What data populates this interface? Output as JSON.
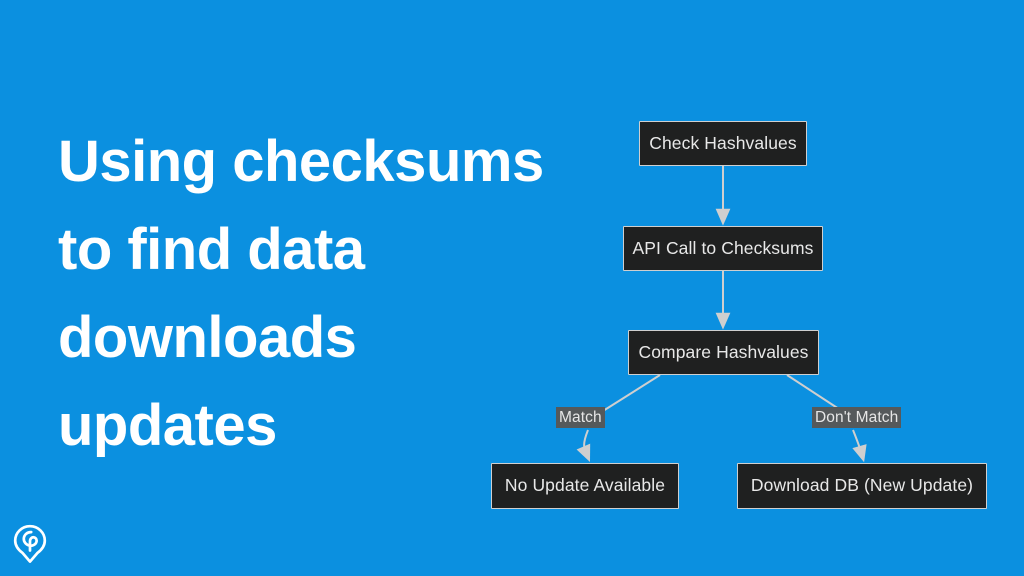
{
  "slide": {
    "background_color": "#0b90e0",
    "title_lines": [
      "Using checksums",
      "to find data",
      "downloads",
      "updates"
    ],
    "title_color": "#ffffff"
  },
  "logo": {
    "name": "location-pin-spiral-logo",
    "color": "#ffffff"
  },
  "chart_data": {
    "type": "diagram",
    "diagram_kind": "flowchart",
    "direction": "top-down",
    "title": "",
    "node_style": {
      "fill": "#1f2020",
      "stroke": "#cfcfcf",
      "text_color": "#e8e8e8"
    },
    "edge_style": {
      "stroke": "#cfcfcf",
      "arrowhead": "triangle"
    },
    "edge_label_style": {
      "fill": "#55595b",
      "text_color": "#e6e6e6"
    },
    "nodes": [
      {
        "id": "check",
        "label": "Check Hashvalues"
      },
      {
        "id": "api",
        "label": "API Call to Checksums"
      },
      {
        "id": "compare",
        "label": "Compare Hashvalues"
      },
      {
        "id": "noupdate",
        "label": "No Update Available"
      },
      {
        "id": "download",
        "label": "Download DB (New Update)"
      }
    ],
    "edges": [
      {
        "from": "check",
        "to": "api",
        "label": ""
      },
      {
        "from": "api",
        "to": "compare",
        "label": ""
      },
      {
        "from": "compare",
        "to": "noupdate",
        "label": "Match"
      },
      {
        "from": "compare",
        "to": "download",
        "label": "Don't Match"
      }
    ]
  }
}
